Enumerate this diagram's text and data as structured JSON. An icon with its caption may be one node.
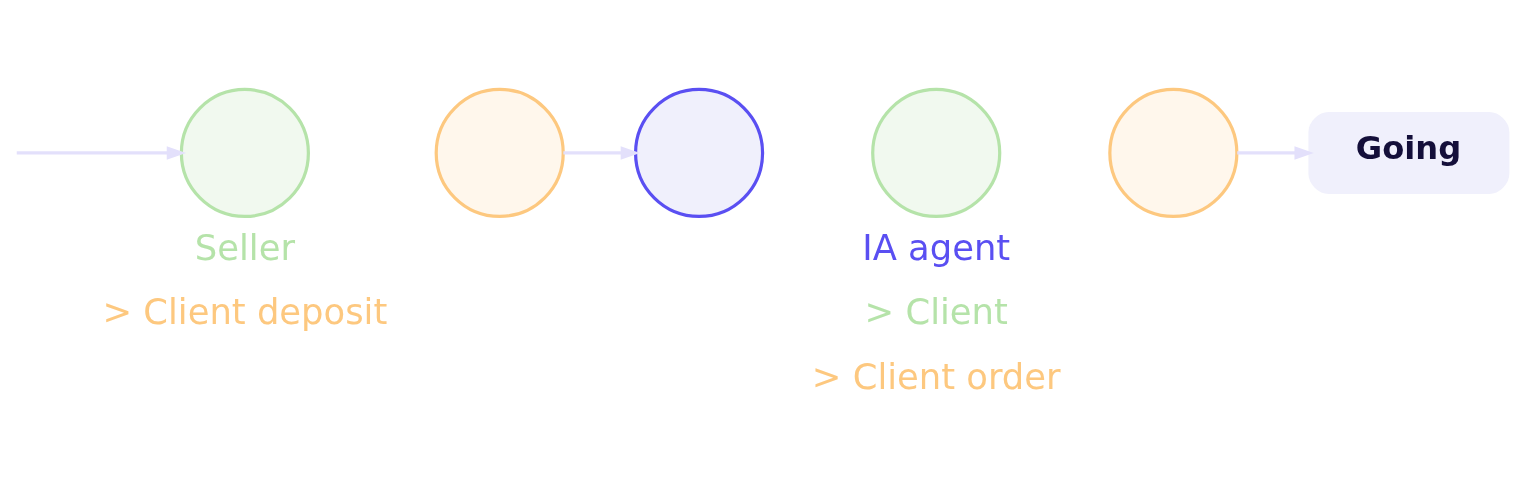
{
  "diagram": {
    "nodes": [
      {
        "text": [],
        "shape": "circle"
      },
      {
        "text": [],
        "shape": "circle"
      },
      {
        "text": [],
        "shape": "circle"
      },
      {
        "text": [],
        "shape": "circle"
      },
      {
        "text": [],
        "shape": "circle"
      },
      {
        "text": [
          "Going"
        ]
      }
    ],
    "edges": [
      {
        "from": null,
        "to": 0,
        "arrow": "to"
      },
      {
        "from": 1,
        "to": 2,
        "arrow": "to"
      },
      {
        "from": 4,
        "to": 5,
        "arrow": "to"
      }
    ],
    "labels": [
      "Seller",
      "> Client deposit",
      "IA agent",
      "> Client",
      "> Client order"
    ]
  }
}
